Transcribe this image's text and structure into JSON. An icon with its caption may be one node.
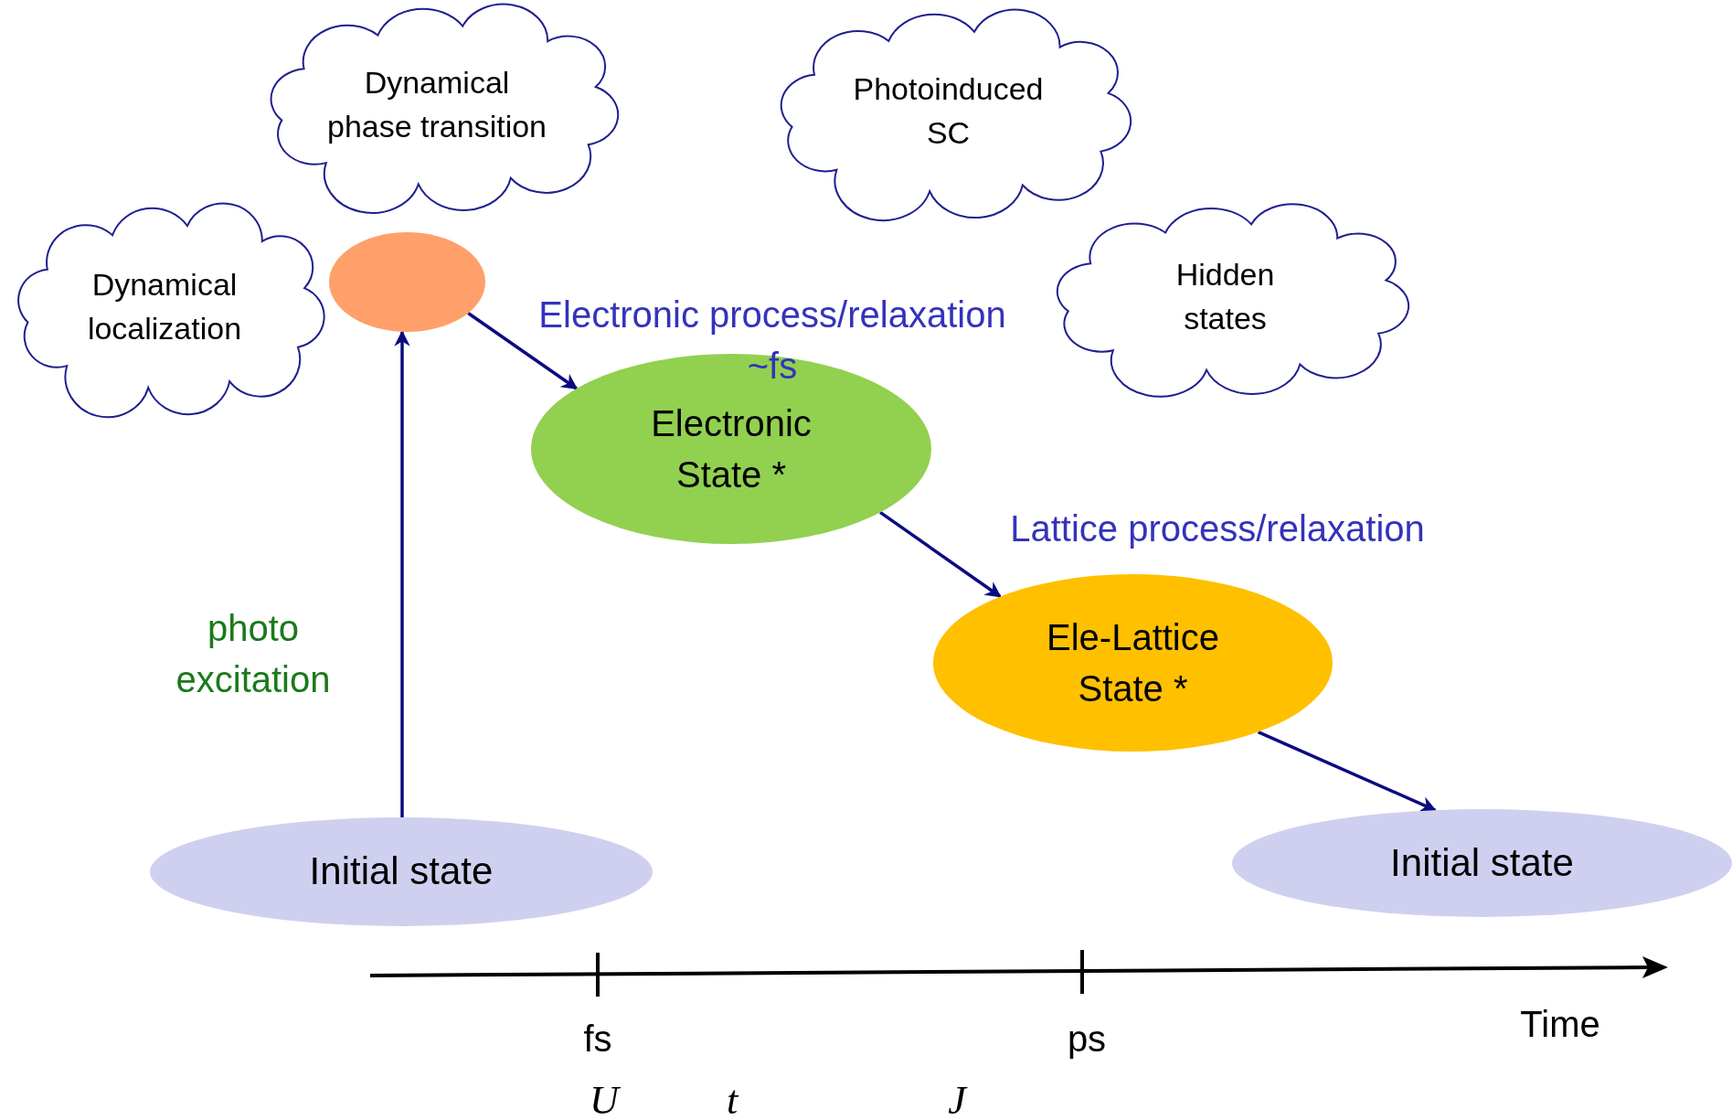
{
  "diagram": {
    "nodes": [
      {
        "text": [
          "Dynamical phase transition"
        ]
      },
      {
        "text": [
          "Photoinduced SC"
        ]
      },
      {
        "text": [
          "Dynamical localization"
        ]
      },
      {
        "text": [
          "Hidden states"
        ]
      },
      {
        "text": [],
        "shape": "circle"
      },
      {
        "text": [
          "Electronic State *"
        ]
      },
      {
        "text": [
          "Ele-Lattice State *"
        ]
      },
      {
        "text": [
          "Initial state"
        ]
      },
      {
        "text": [
          "Initial state"
        ]
      }
    ],
    "edges": [
      {
        "from": 7,
        "to": 4,
        "arrow": "to",
        "label": "photo excitation"
      },
      {
        "from": 4,
        "to": 5,
        "arrow": "to",
        "label": "Electronic process/relaxation ~fs"
      },
      {
        "from": 5,
        "to": 6,
        "arrow": "to",
        "label": "Lattice process/relaxation"
      },
      {
        "from": 6,
        "to": 8,
        "arrow": "to"
      }
    ],
    "labels": [
      "fs",
      "ps",
      "Time",
      "U",
      "t",
      "J"
    ]
  }
}
